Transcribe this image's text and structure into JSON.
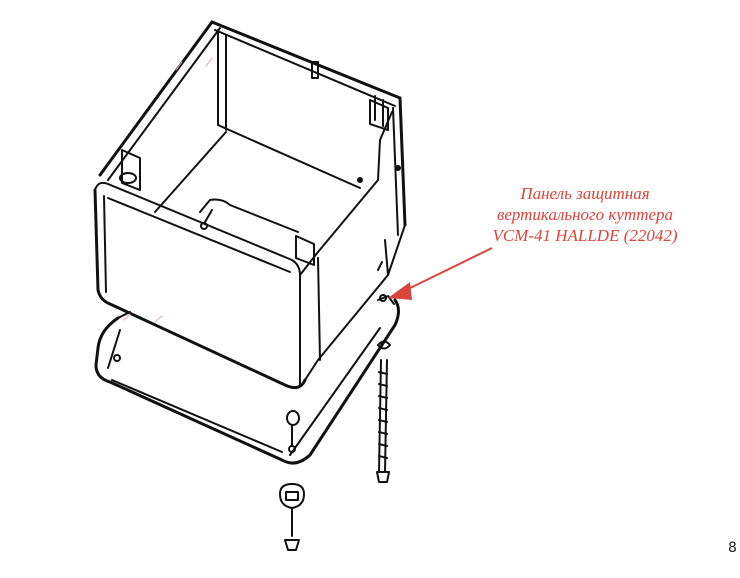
{
  "callout": {
    "line1": "Панель защитная",
    "line2": "вертикального куттера",
    "line3": "VCM-41 HALLDE (22042)"
  },
  "edge_mark": "8",
  "colors": {
    "accent": "#d9453b",
    "line": "#111111"
  }
}
